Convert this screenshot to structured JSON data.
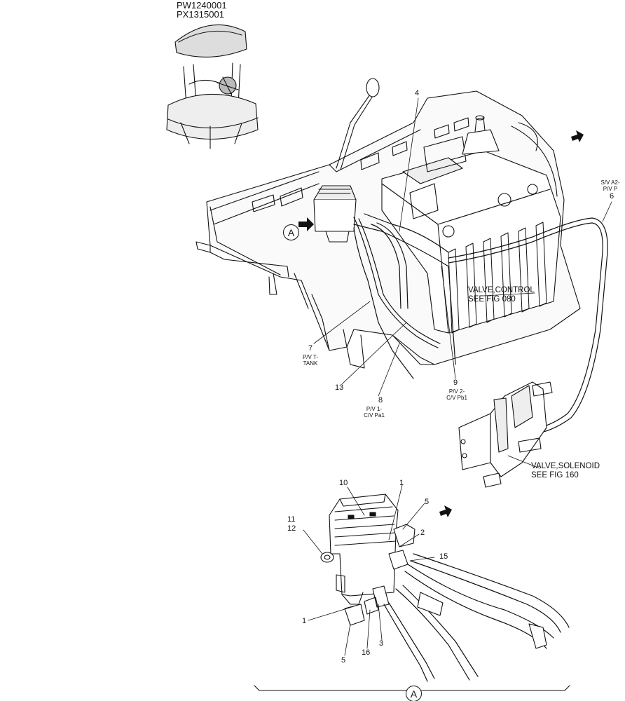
{
  "header": {
    "codes": [
      "PW1240001",
      "PX1315001"
    ]
  },
  "callouts": {
    "control_valve": [
      "VALVE,CONTROL",
      "SEE FIG 080"
    ],
    "solenoid_valve": [
      "VALVE,SOLENOID",
      "SEE FIG 160"
    ]
  },
  "parts": [
    {
      "id": "4",
      "note": ""
    },
    {
      "id": "6",
      "note": "S/V A2-\nP/V P"
    },
    {
      "id": "7",
      "note": "P/V T-\nTANK"
    },
    {
      "id": "8",
      "note": "P/V 1-\nC/V Pa1"
    },
    {
      "id": "9",
      "note": "P/V 2-\nC/V Pb1"
    },
    {
      "id": "13",
      "note": ""
    }
  ],
  "detail_parts": [
    "10",
    "1",
    "5",
    "11",
    "12",
    "2",
    "15",
    "1",
    "5",
    "16",
    "3"
  ],
  "detail_marker": "A",
  "icons": [
    "view-arrow-icon",
    "detail-marker-icon",
    "brace-icon"
  ]
}
